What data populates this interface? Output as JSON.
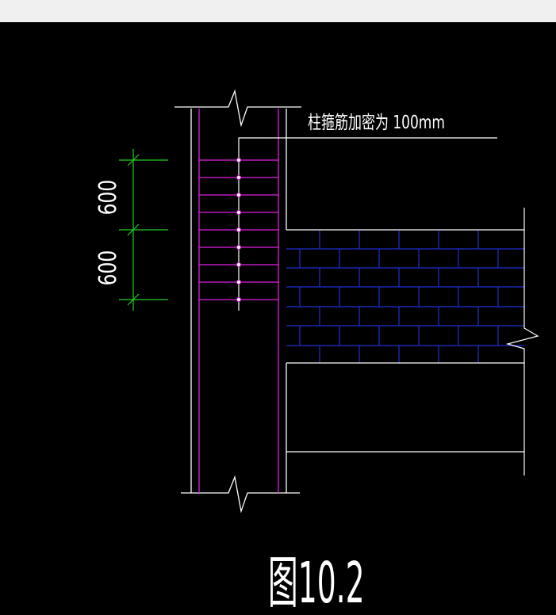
{
  "drawing": {
    "note_text": "柱箍筋加密为 100mm",
    "dimension_upper": "600",
    "dimension_lower": "600",
    "figure_label": "图10.2"
  },
  "colors": {
    "background": "#000000",
    "topbar": "#f0f0f0",
    "outline": "#ffffff",
    "rebar": "#e020e0",
    "dimension": "#22cc22",
    "brick": "#1f2fd0"
  }
}
